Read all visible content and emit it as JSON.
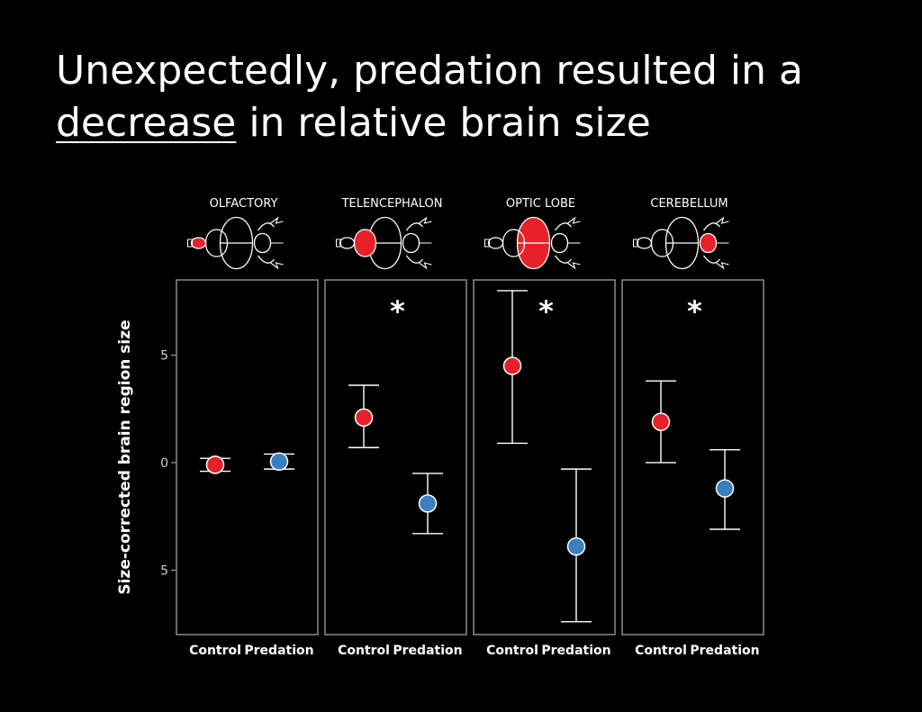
{
  "title": {
    "underlined": "decrease",
    "line1": "Unexpectedly, predation resulted in a",
    "line2_rest": " in relative brain size"
  },
  "colors": {
    "background": "#000000",
    "control": "#e8202a",
    "predation": "#3a7fc0",
    "panel_border": "#8c8c8c"
  },
  "chart_data": {
    "type": "scatter",
    "ylabel": "Size-corrected brain region size",
    "ylim": [
      -8,
      8.5
    ],
    "yticks": [
      -5,
      0,
      5
    ],
    "ytick_labels": [
      "5",
      "0",
      "5"
    ],
    "categories": [
      "Control",
      "Predation"
    ],
    "grid": false,
    "panels": [
      {
        "name": "OLFACTORY",
        "significant": false,
        "significance_label": "",
        "brain_icon_region": "olfactory",
        "control": {
          "mean": -0.1,
          "low": -0.4,
          "high": 0.2
        },
        "predation": {
          "mean": 0.05,
          "low": -0.3,
          "high": 0.4
        }
      },
      {
        "name": "TELENCEPHALON",
        "significant": true,
        "significance_label": "*",
        "brain_icon_region": "telencephalon",
        "control": {
          "mean": 2.1,
          "low": 0.7,
          "high": 3.6
        },
        "predation": {
          "mean": -1.9,
          "low": -3.3,
          "high": -0.5
        }
      },
      {
        "name": "OPTIC LOBE",
        "significant": true,
        "significance_label": "*",
        "brain_icon_region": "optic",
        "control": {
          "mean": 4.5,
          "low": 0.9,
          "high": 8.0
        },
        "predation": {
          "mean": -3.9,
          "low": -7.4,
          "high": -0.3
        }
      },
      {
        "name": "CEREBELLUM",
        "significant": true,
        "significance_label": "*",
        "brain_icon_region": "cerebellum",
        "control": {
          "mean": 1.9,
          "low": 0.0,
          "high": 3.8
        },
        "predation": {
          "mean": -1.2,
          "low": -3.1,
          "high": 0.6
        }
      }
    ]
  }
}
